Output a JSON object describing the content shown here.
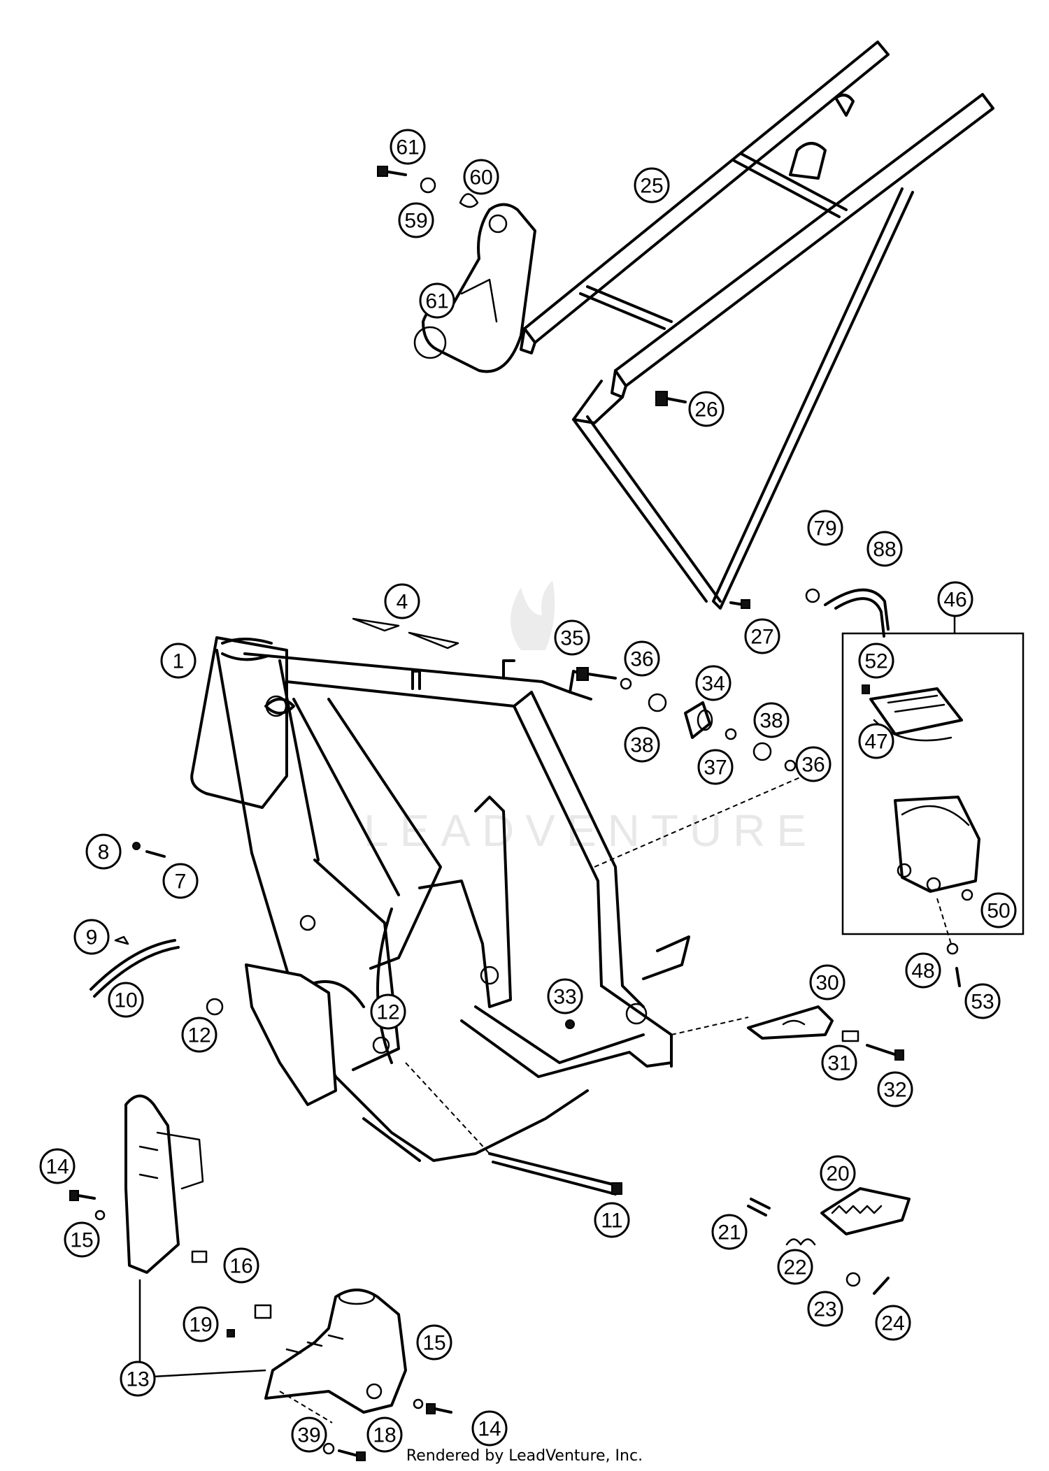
{
  "callouts": [
    {
      "label": "61"
    },
    {
      "label": "60"
    },
    {
      "label": "59"
    },
    {
      "label": "61"
    },
    {
      "label": "25"
    },
    {
      "label": "26"
    },
    {
      "label": "79"
    },
    {
      "label": "88"
    },
    {
      "label": "27"
    },
    {
      "label": "46"
    },
    {
      "label": "52"
    },
    {
      "label": "47"
    },
    {
      "label": "50"
    },
    {
      "label": "48"
    },
    {
      "label": "53"
    },
    {
      "label": "4"
    },
    {
      "label": "1"
    },
    {
      "label": "35"
    },
    {
      "label": "36"
    },
    {
      "label": "34"
    },
    {
      "label": "38"
    },
    {
      "label": "38"
    },
    {
      "label": "37"
    },
    {
      "label": "36"
    },
    {
      "label": "8"
    },
    {
      "label": "7"
    },
    {
      "label": "9"
    },
    {
      "label": "10"
    },
    {
      "label": "12"
    },
    {
      "label": "12"
    },
    {
      "label": "33"
    },
    {
      "label": "30"
    },
    {
      "label": "31"
    },
    {
      "label": "32"
    },
    {
      "label": "11"
    },
    {
      "label": "14"
    },
    {
      "label": "15"
    },
    {
      "label": "16"
    },
    {
      "label": "13"
    },
    {
      "label": "19"
    },
    {
      "label": "15"
    },
    {
      "label": "14"
    },
    {
      "label": "39"
    },
    {
      "label": "18"
    },
    {
      "label": "20"
    },
    {
      "label": "21"
    },
    {
      "label": "22"
    },
    {
      "label": "23"
    },
    {
      "label": "24"
    }
  ],
  "watermark": "LEADVENTURE",
  "footer": "Rendered by LeadVenture, Inc."
}
